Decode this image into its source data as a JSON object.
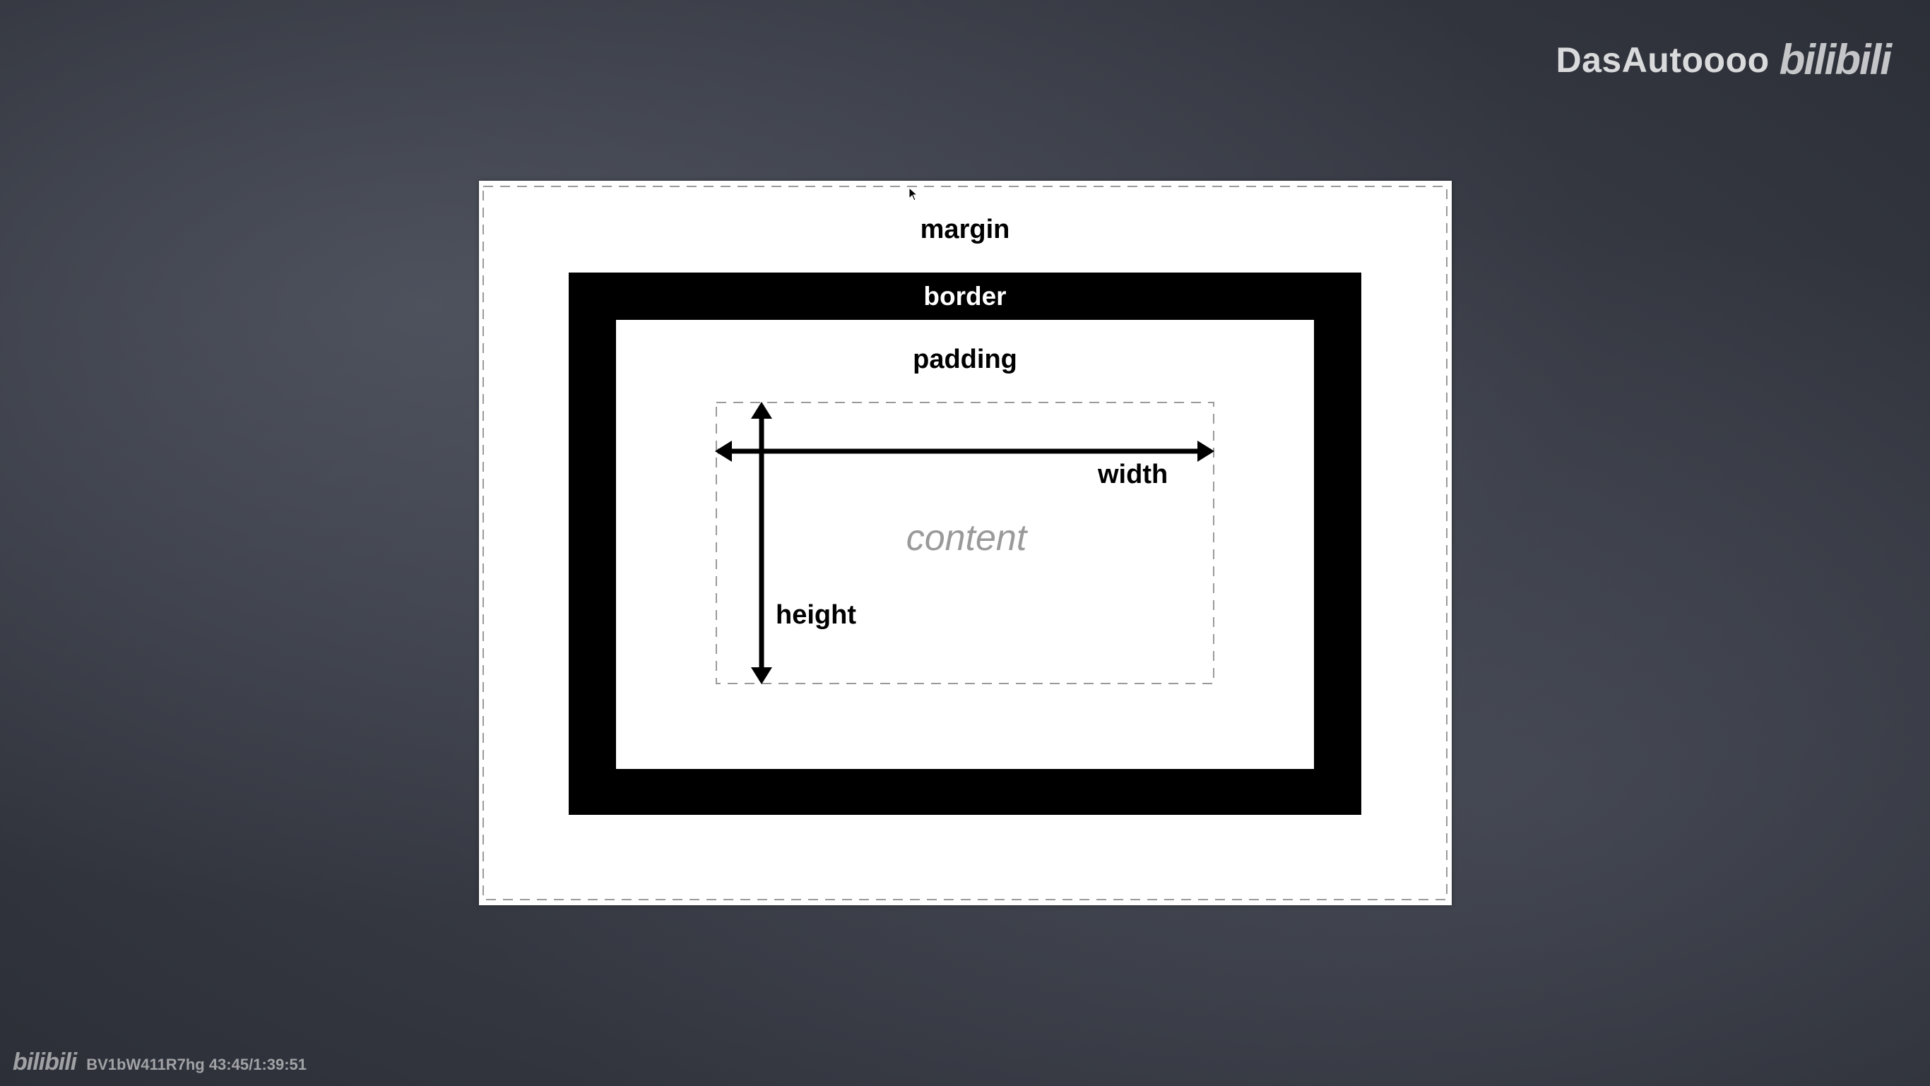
{
  "watermark": {
    "author": "DasAutoooo",
    "logo_text": "bilibili"
  },
  "bottom_bar": {
    "logo_text": "bilibili",
    "video_info": "BV1bW411R7hg 43:45/1:39:51"
  },
  "diagram": {
    "margin_label": "margin",
    "border_label": "border",
    "padding_label": "padding",
    "content_label": "content",
    "width_label": "width",
    "height_label": "height"
  },
  "colors": {
    "background": "#383b44",
    "diagram_bg": "#ffffff",
    "border": "#000000",
    "content_text": "#9a9a9a",
    "dashed_line": "#9a9a9a"
  }
}
